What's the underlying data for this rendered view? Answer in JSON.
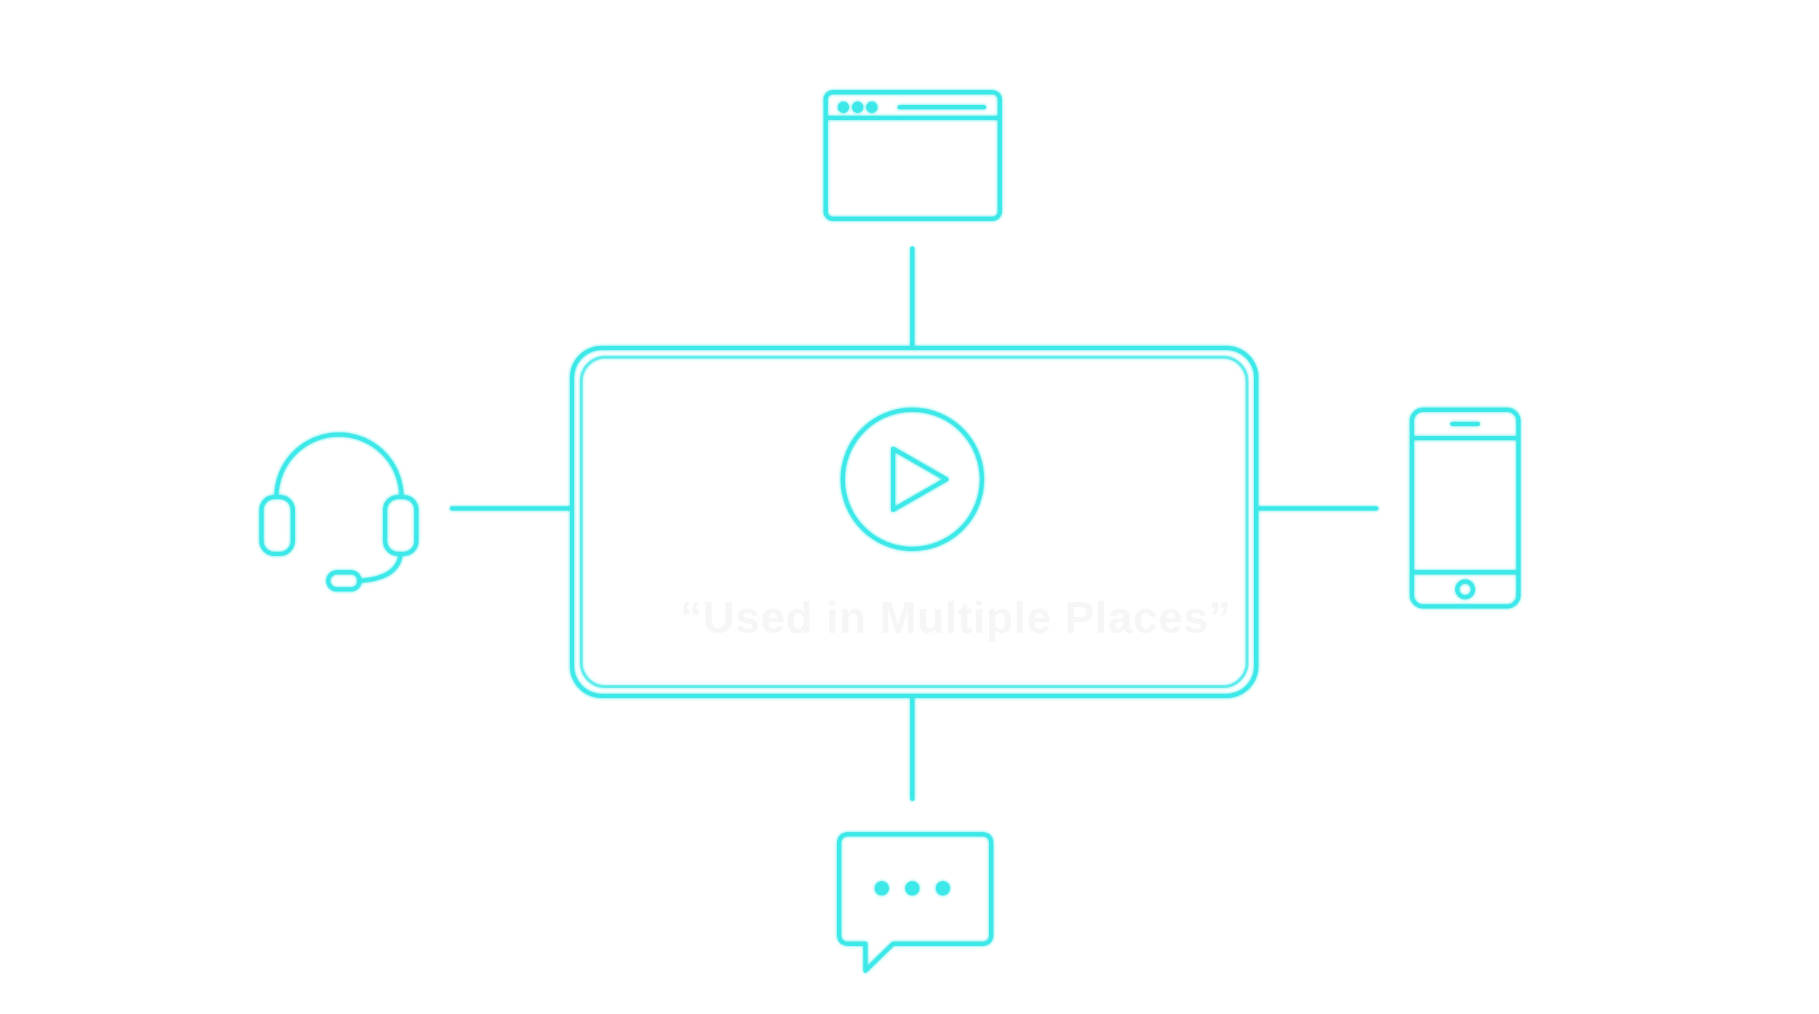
{
  "diagram": {
    "caption": "“Used in Multiple Places”",
    "hub_icon": "play-button-icon",
    "satellites": [
      {
        "icon": "browser-window-icon",
        "position": "top"
      },
      {
        "icon": "headset-icon",
        "position": "left"
      },
      {
        "icon": "smartphone-icon",
        "position": "right"
      },
      {
        "icon": "chat-bubble-icon",
        "position": "bottom"
      }
    ],
    "colors": {
      "stroke": "#3ee8e8",
      "background": "#ffffff",
      "caption": "#f6f6f6"
    }
  }
}
